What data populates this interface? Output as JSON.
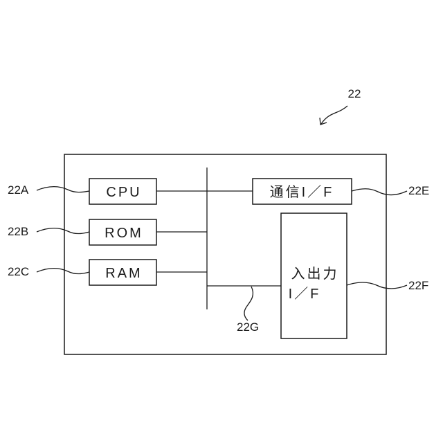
{
  "figure_ref": "22",
  "components": {
    "cpu": {
      "text": "CPU",
      "ref": "22A"
    },
    "rom": {
      "text": "ROM",
      "ref": "22B"
    },
    "ram": {
      "text": "RAM",
      "ref": "22C"
    },
    "comm_if": {
      "text": "通信I／F",
      "ref": "22E"
    },
    "io_if": {
      "line1": "入出力",
      "line2": "I／F",
      "ref": "22F"
    },
    "bus": {
      "ref": "22G"
    }
  }
}
